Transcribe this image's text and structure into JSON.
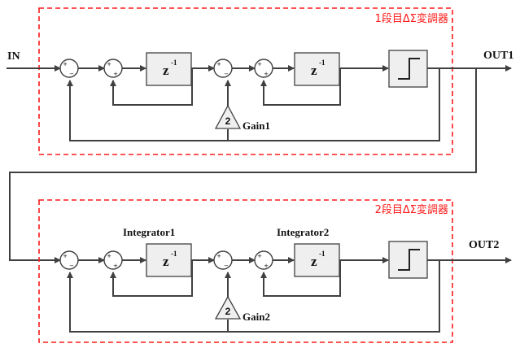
{
  "input": {
    "label": "IN"
  },
  "outputs": {
    "out1": "OUT1",
    "out2": "OUT2"
  },
  "stage1": {
    "title": "1段目ΔΣ変調器",
    "gain_label": "Gain1",
    "gain_value": "2",
    "delay_label": "z",
    "delay_exp": "-1"
  },
  "stage2": {
    "title": "2段目ΔΣ変調器",
    "gain_label": "Gain2",
    "gain_value": "2",
    "integrator1_label": "Integrator1",
    "integrator2_label": "Integrator2",
    "delay_label": "z",
    "delay_exp": "-1"
  },
  "signs": {
    "plus": "+",
    "minus": "−"
  },
  "colors": {
    "stage_border": "#ff1a1a",
    "wire": "#404040",
    "block_fill": "#efefef"
  }
}
